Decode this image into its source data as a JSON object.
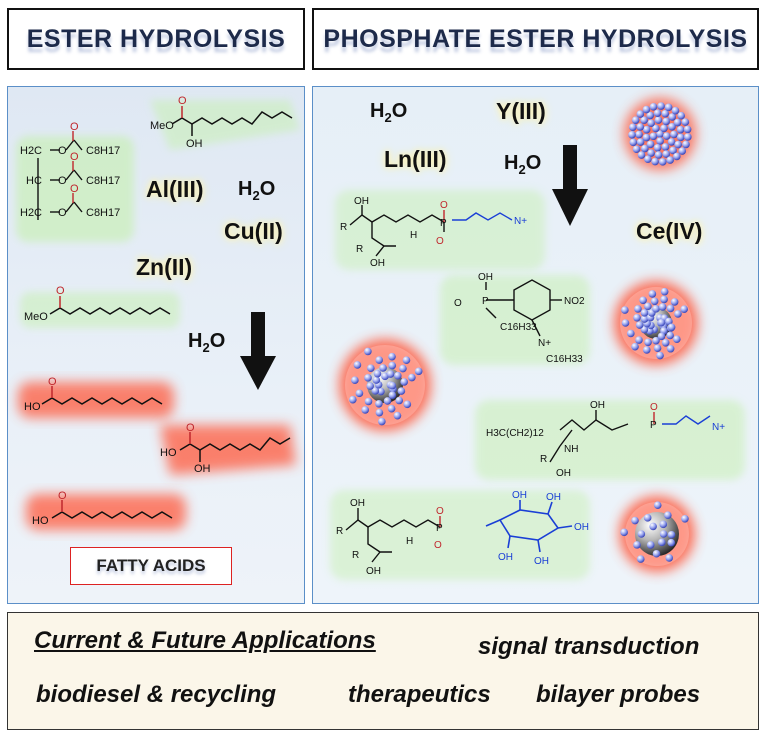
{
  "headers": {
    "left": "ESTER HYDROLYSIS",
    "right": "PHOSPHATE ESTER HYDROLYSIS"
  },
  "left_panel": {
    "metals": [
      "Al(III)",
      "Cu(II)",
      "Zn(II)"
    ],
    "water": "H",
    "water_sub": "2",
    "water_tail": "O",
    "products_label": "FATTY ACIDS"
  },
  "right_panel": {
    "metals": [
      "Y(III)",
      "Ln(III)",
      "Ce(IV)"
    ],
    "water": "H",
    "water_sub": "2",
    "water_tail": "O"
  },
  "structure_labels": {
    "methoxy": "MeO",
    "acid": "HO",
    "hydroxyl": "OH",
    "chain": "C8H17",
    "glyceride_a": "H2C",
    "glyceride_b": "HC",
    "r_group": "R",
    "hexadecyl": "C16H33",
    "nitro": "NO2",
    "sphingo_chain": "H3C(CH2)12",
    "amine": "NH",
    "hydrogen": "H",
    "phosphorus": "P",
    "oxygen": "O",
    "nitrogen_plus": "N+"
  },
  "applications": {
    "title": "Current & Future Applications",
    "items": [
      "signal transduction",
      "biodiesel & recycling",
      "therapeutics",
      "bilayer probes"
    ]
  },
  "colors": {
    "header_text": "#1d2a4a",
    "panel_border": "#5b8fc8",
    "product_glow": "#ff5a3c",
    "reactant_glow": "#c8f0b4",
    "metal_glow": "#fff3b0",
    "fatty_border": "#dd2222",
    "bottom_bg": "#fbf6e9",
    "phosphate_link": "#1a3fd6"
  }
}
